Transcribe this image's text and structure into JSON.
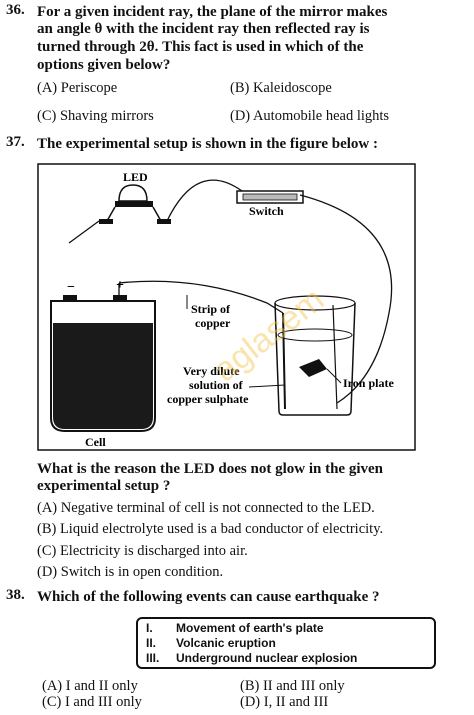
{
  "q36": {
    "number": "36.",
    "line1": "For a given incident ray, the plane of the mirror makes",
    "line2": "an angle θ with the incident ray then reflected ray is",
    "line3": "turned through 2θ. This fact is used in which of the",
    "line4": "options given below?",
    "options": [
      "(A) Periscope",
      "(B) Kaleidoscope",
      "(C) Shaving mirrors",
      "(D) Automobile head lights"
    ]
  },
  "q37": {
    "number": "37.",
    "text": "The experimental setup is shown in the figure below :",
    "figure": {
      "led": "LED",
      "switch": "Switch",
      "minus": "−",
      "plus": "+",
      "strip1": "Strip of",
      "strip2": "copper",
      "sol1": "Very dilute",
      "sol2": "solution of",
      "sol3": "copper sulphate",
      "iron": "Iron plate",
      "cell": "Cell"
    },
    "question1": "What is the reason the LED does not glow in the given",
    "question2": "experimental setup ?",
    "options": [
      "(A) Negative terminal of cell is not connected to the LED.",
      "(B) Liquid electrolyte used is a bad conductor of electricity.",
      "(C) Electricity is discharged into air.",
      "(D) Switch is in open condition."
    ]
  },
  "q38": {
    "number": "38.",
    "text": "Which of the following events can cause earthquake ?",
    "list": [
      {
        "roman": "I.",
        "text": "Movement of earth's plate"
      },
      {
        "roman": "II.",
        "text": "Volcanic eruption"
      },
      {
        "roman": "III.",
        "text": "Underground nuclear explosion"
      }
    ],
    "options": [
      "(A) I and II only",
      "(B) II and III only",
      "(C) I and III only",
      "(D) I, II and III"
    ]
  },
  "watermark": "aglasem"
}
